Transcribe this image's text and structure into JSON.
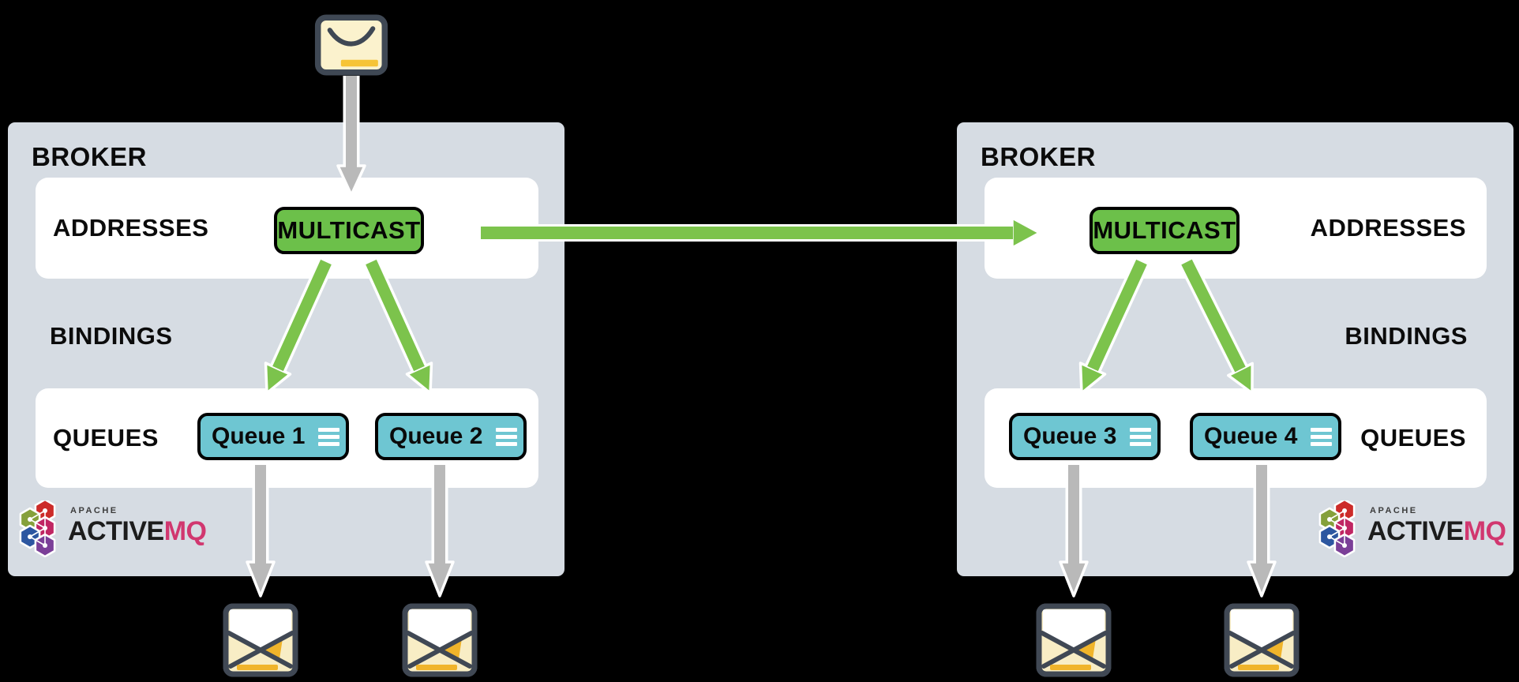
{
  "left_broker": {
    "title": "BROKER",
    "rows": {
      "addresses": "ADDRESSES",
      "bindings": "BINDINGS",
      "queues": "QUEUES"
    },
    "address_badge": "MULTICAST",
    "queues": [
      {
        "label": "Queue 1"
      },
      {
        "label": "Queue 2"
      }
    ]
  },
  "right_broker": {
    "title": "BROKER",
    "rows": {
      "addresses": "ADDRESSES",
      "bindings": "BINDINGS",
      "queues": "QUEUES"
    },
    "address_badge": "MULTICAST",
    "queues": [
      {
        "label": "Queue 3"
      },
      {
        "label": "Queue 4"
      }
    ]
  },
  "logo": {
    "apache": "APACHE",
    "active": "ACTIVE",
    "mq": "MQ"
  },
  "icons": {
    "incoming_message": "closed-envelope",
    "delivered_message": "open-envelope",
    "queue_rows": "hamburger-lines",
    "logo_mark": "hexagon-cluster"
  },
  "colors": {
    "background": "#000000",
    "broker_panel": "#d6dce3",
    "row_panel": "#ffffff",
    "multicast_green": "#6cc04a",
    "arrow_green": "#7cc34c",
    "queue_teal": "#6ec6d2",
    "arrow_gray": "#b9b9b9",
    "envelope_cream": "#fbf2cd",
    "envelope_accent": "#f0b42b",
    "envelope_outline": "#3f4854",
    "mq_pink": "#d1376f"
  }
}
